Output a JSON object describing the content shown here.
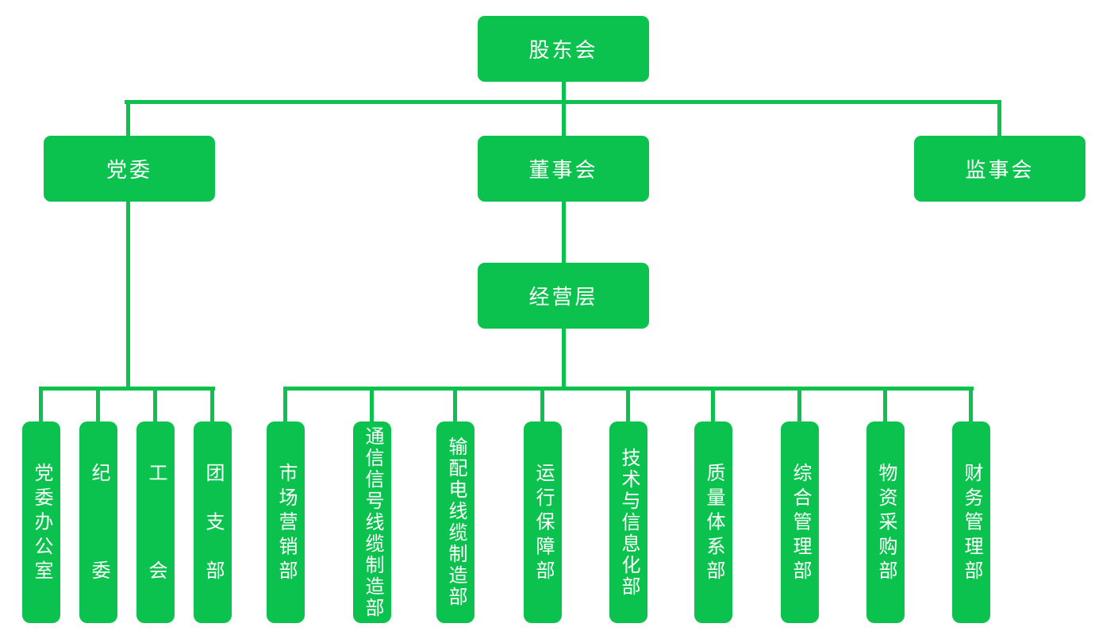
{
  "org_chart": {
    "accent_color": "#0cc24e",
    "text_color": "#ffffff",
    "nodes": {
      "shareholders_meeting": {
        "label": "股东会"
      },
      "party_committee": {
        "label": "党委"
      },
      "board_of_directors": {
        "label": "董事会"
      },
      "supervisory_board": {
        "label": "监事会"
      },
      "management_level": {
        "label": "经营层"
      }
    },
    "party_branches": [
      {
        "label": "党委办公室"
      },
      {
        "label": "纪委"
      },
      {
        "label": "工会"
      },
      {
        "label": "团支部"
      }
    ],
    "departments": [
      {
        "label": "市场营销部"
      },
      {
        "label": "通信信号线缆制造部"
      },
      {
        "label": "输配电线缆制造部"
      },
      {
        "label": "运行保障部"
      },
      {
        "label": "技术与信息化部"
      },
      {
        "label": "质量体系部"
      },
      {
        "label": "综合管理部"
      },
      {
        "label": "物资采购部"
      },
      {
        "label": "财务管理部"
      }
    ]
  }
}
